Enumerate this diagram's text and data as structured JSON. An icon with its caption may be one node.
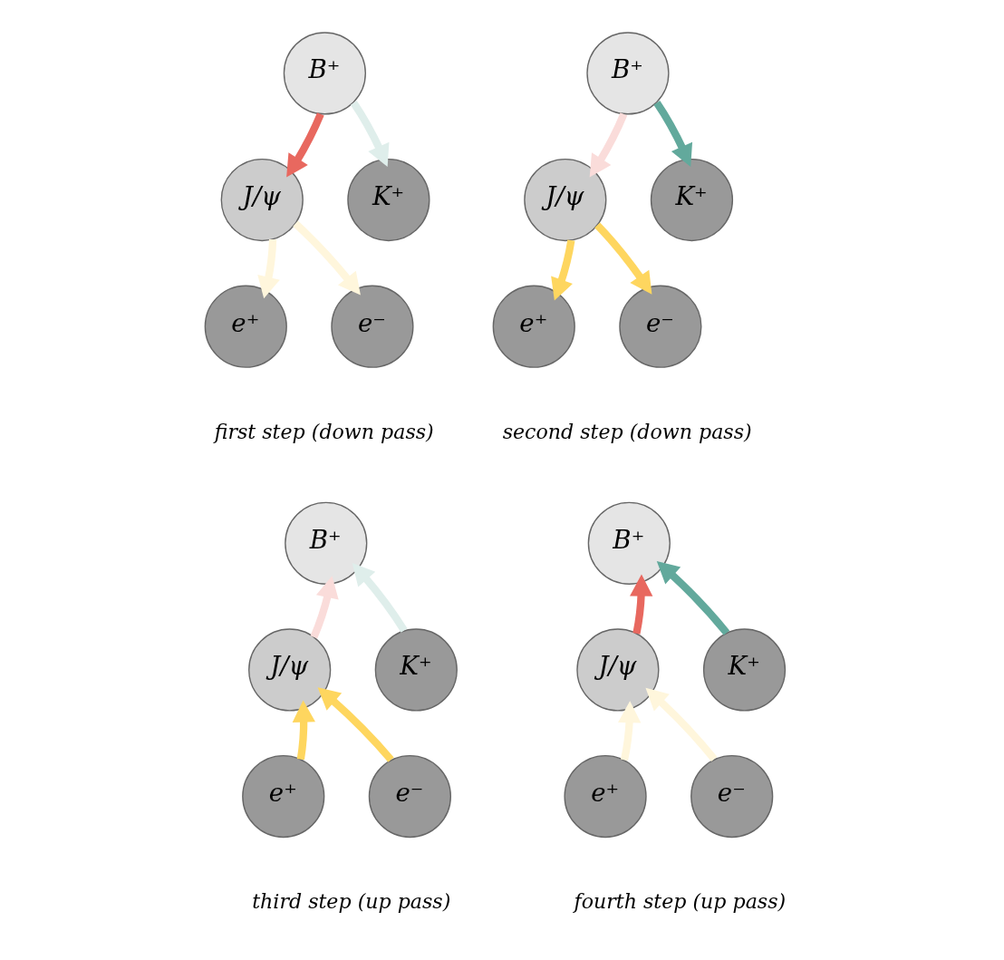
{
  "diagram": {
    "nodes": [
      {
        "text": [
          "B⁺"
        ]
      },
      {
        "text": [
          "J/ψ"
        ]
      },
      {
        "text": [
          "e⁺"
        ]
      },
      {
        "text": [
          "K⁺"
        ]
      },
      {
        "text": [
          "e⁻"
        ]
      },
      {
        "text": [
          "B⁺"
        ]
      },
      {
        "text": [
          "J/ψ"
        ]
      },
      {
        "text": [
          "e⁺"
        ]
      },
      {
        "text": [
          "K⁺"
        ]
      },
      {
        "text": [
          "e⁻"
        ]
      },
      {
        "text": [
          "B⁺"
        ]
      },
      {
        "text": [
          "J/ψ"
        ]
      },
      {
        "text": [
          "e⁺"
        ]
      },
      {
        "text": [
          "K⁺"
        ]
      },
      {
        "text": [
          "e⁻"
        ]
      },
      {
        "text": [
          "B⁺"
        ]
      },
      {
        "text": [
          "J/ψ"
        ]
      },
      {
        "text": [
          "e⁺"
        ]
      },
      {
        "text": [
          "K⁺"
        ]
      },
      {
        "text": [
          "e⁻"
        ]
      }
    ],
    "edges": [
      {
        "from": 0,
        "to": 3,
        "arrow": "to",
        "color": "#dfeeeb"
      },
      {
        "from": 0,
        "to": 1,
        "arrow": "to",
        "color": "#e8685f"
      },
      {
        "from": 1,
        "to": 2,
        "arrow": "to",
        "color": "#fff6dc"
      },
      {
        "from": 1,
        "to": 4,
        "arrow": "to",
        "color": "#fff6dc"
      },
      {
        "from": 5,
        "to": 8,
        "arrow": "to",
        "color": "#62a99c"
      },
      {
        "from": 5,
        "to": 6,
        "arrow": "to",
        "color": "#fadcda"
      },
      {
        "from": 6,
        "to": 7,
        "arrow": "to",
        "color": "#fed65f"
      },
      {
        "from": 6,
        "to": 9,
        "arrow": "to",
        "color": "#fed65f"
      },
      {
        "from": 13,
        "to": 10,
        "arrow": "to",
        "color": "#dfeeeb"
      },
      {
        "from": 11,
        "to": 10,
        "arrow": "to",
        "color": "#fadcda"
      },
      {
        "from": 12,
        "to": 11,
        "arrow": "to",
        "color": "#fed65f"
      },
      {
        "from": 14,
        "to": 11,
        "arrow": "to",
        "color": "#fed65f"
      },
      {
        "from": 18,
        "to": 15,
        "arrow": "to",
        "color": "#62a99c"
      },
      {
        "from": 16,
        "to": 15,
        "arrow": "to",
        "color": "#e8685f"
      },
      {
        "from": 17,
        "to": 16,
        "arrow": "to",
        "color": "#fff6dc"
      },
      {
        "from": 19,
        "to": 16,
        "arrow": "to",
        "color": "#fff6dc"
      }
    ],
    "labels": [
      "first step (down pass)",
      "second step (down pass)",
      "third step (up pass)",
      "fourth step (up pass)"
    ]
  }
}
